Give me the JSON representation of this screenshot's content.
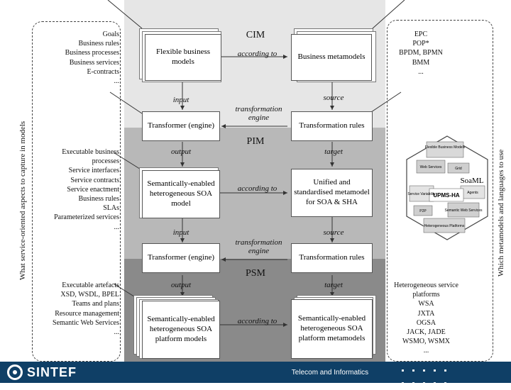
{
  "levels": {
    "cim": "CIM",
    "pim": "PIM",
    "psm": "PSM"
  },
  "boxes": {
    "flexible_business_models": "Flexible business models",
    "business_metamodels": "Business metamodels",
    "transformer_1": "Transformer (engine)",
    "transformation_rules_1": "Transformation rules",
    "semantic_soa_model": "Semantically-enabled heterogeneous SOA model",
    "unified_metamodel": "Unified and standardised metamodel for SOA & SHA",
    "transformer_2": "Transformer (engine)",
    "transformation_rules_2": "Transformation rules",
    "semantic_platform_models": "Semantically-enabled heterogeneous SOA platform models",
    "semantic_platform_metamodels": "Semantically-enabled heterogeneous SOA platform metamodels"
  },
  "connectors": {
    "according_to_1": "according to",
    "input_1": "input",
    "source_1": "source",
    "transformation_engine_1": "transformation engine",
    "output_1": "output",
    "target_1": "target",
    "according_to_2": "according to",
    "input_2": "input",
    "source_2": "source",
    "transformation_engine_2": "transformation engine",
    "output_2": "output",
    "target_2": "target",
    "according_to_3": "according to"
  },
  "left_lists": {
    "cim": [
      "Goals",
      "Business rules",
      "Business processes",
      "Business services",
      "E-contracts",
      "..."
    ],
    "pim": [
      "Executable business processes",
      "Service interfaces",
      "Service contracts",
      "Service enactment",
      "Business rules",
      "SLAs",
      "Parameterized services",
      "..."
    ],
    "psm": [
      "Executable artefacts",
      "XSD, WSDL, BPEL",
      "Teams and plans",
      "Resource management",
      "Semantic Web Services",
      "..."
    ]
  },
  "right_lists": {
    "cim": [
      "EPC",
      "POP*",
      "BPDM, BPMN",
      "BMM",
      "..."
    ],
    "psm": [
      "Heterogeneous service platforms",
      "WSA",
      "JXTA",
      "OGSA",
      "JACK, JADE",
      "WSMO, WSMX",
      "..."
    ]
  },
  "vertical_labels": {
    "left": "What service-oriented aspects to capture in models",
    "right": "Which metamodels and languages to use"
  },
  "soaml": {
    "title": "SoaML",
    "center": "UPMS-HA",
    "parts": [
      "Flexible Business Models",
      "Web Services",
      "Grid",
      "Agents",
      "Service Variability",
      "Semantic Web Services",
      "P2P",
      "Heterogeneous Platforms"
    ]
  },
  "footer": {
    "brand": "SINTEF",
    "center_text": "Telecom and Informatics"
  },
  "colors": {
    "cim": "#e6e6e6",
    "pim": "#b8b8b8",
    "psm": "#8a8a8a",
    "footer": "#0f3f66"
  }
}
